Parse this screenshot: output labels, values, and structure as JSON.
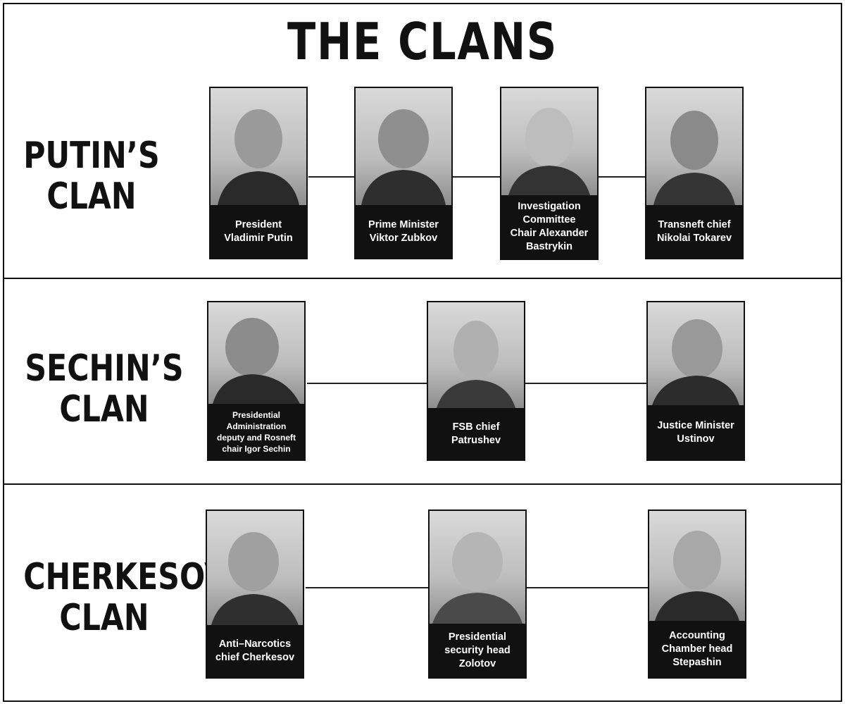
{
  "title": "THE CLANS",
  "clans": [
    {
      "label_line1": "PUTIN’S",
      "label_line2": "CLAN",
      "members": [
        {
          "caption": "President\nVladimir Putin"
        },
        {
          "caption": "Prime Minister\nViktor Zubkov"
        },
        {
          "caption": "Investigation\nCommittee\nChair Alexander\nBastrykin"
        },
        {
          "caption": "Transneft chief\nNikolai Tokarev"
        }
      ]
    },
    {
      "label_line1": "SECHIN’S",
      "label_line2": "CLAN",
      "members": [
        {
          "caption": "Presidential\nAdministration\ndeputy and Rosneft\nchair Igor Sechin"
        },
        {
          "caption": "FSB chief\nPatrushev"
        },
        {
          "caption": "Justice Minister\nUstinov"
        }
      ]
    },
    {
      "label_line1": "CHERKESOV’S",
      "label_line2": "CLAN",
      "members": [
        {
          "caption": "Anti–Narcotics\nchief Cherkesov"
        },
        {
          "caption": "Presidential\nsecurity head\nZolotov"
        },
        {
          "caption": "Accounting\nChamber head\nStepashin"
        }
      ]
    }
  ]
}
